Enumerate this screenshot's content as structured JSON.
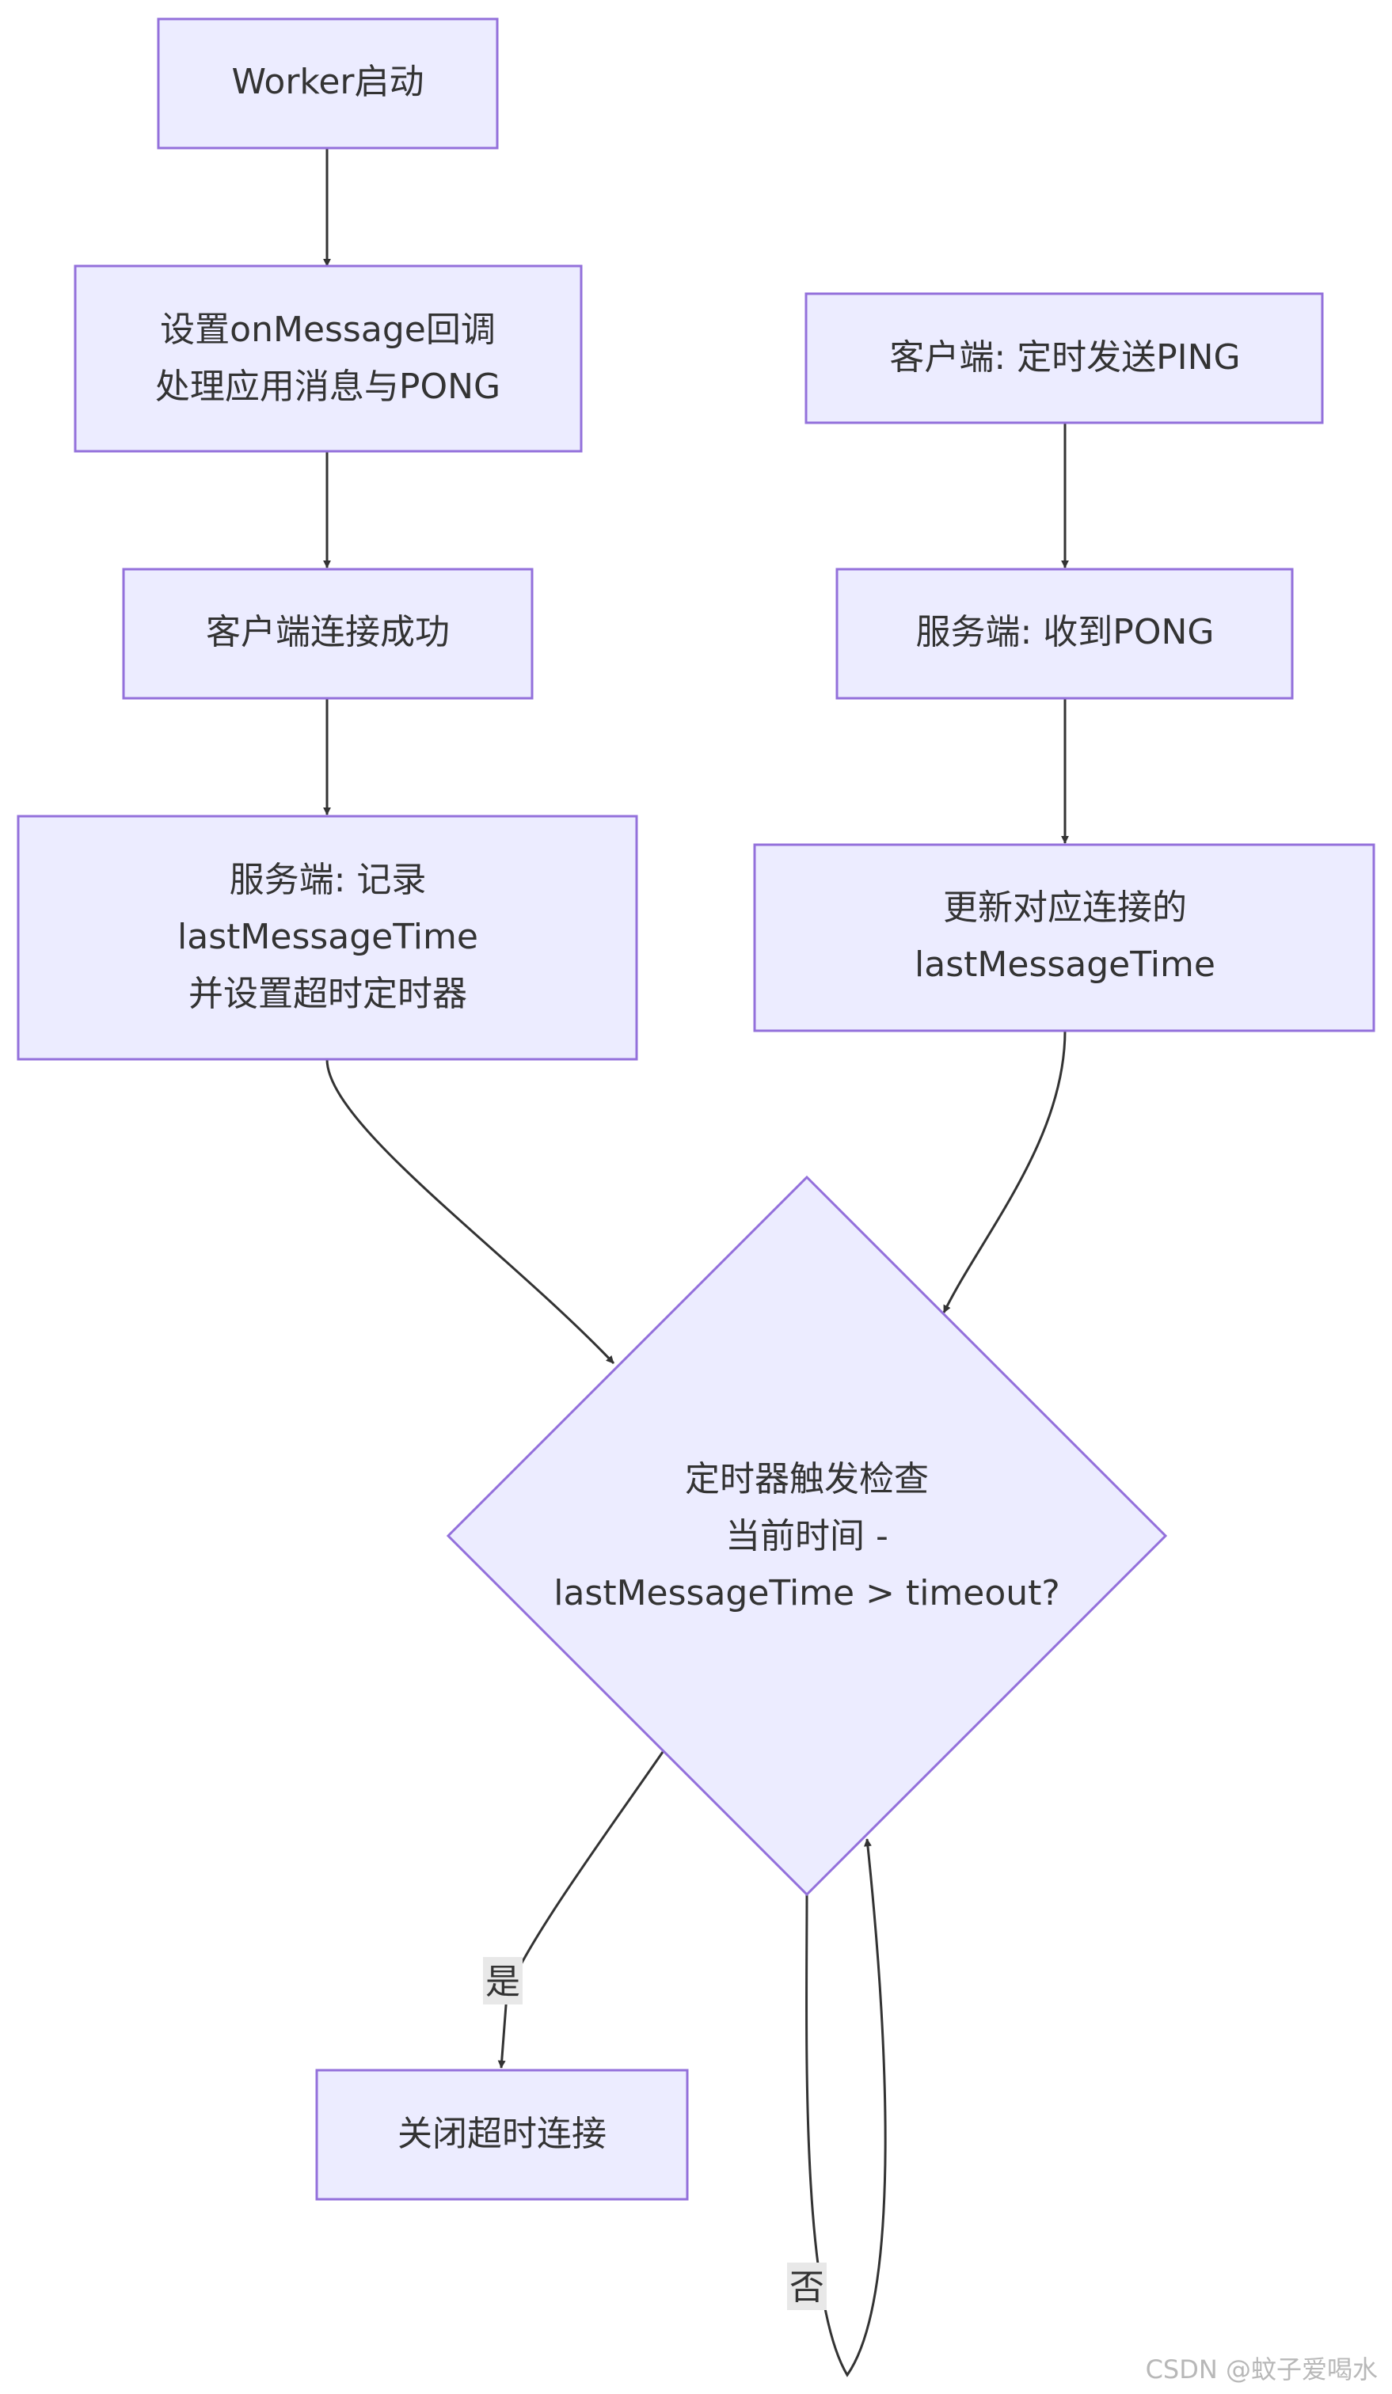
{
  "nodes": {
    "worker_start": {
      "lines": [
        "Worker启动"
      ]
    },
    "set_onmessage": {
      "lines": [
        "设置onMessage回调",
        "处理应用消息与PONG"
      ]
    },
    "client_connected": {
      "lines": [
        "客户端连接成功"
      ]
    },
    "server_record": {
      "lines": [
        "服务端: 记录",
        "lastMessageTime",
        "并设置超时定时器"
      ]
    },
    "client_ping": {
      "lines": [
        "客户端: 定时发送PING"
      ]
    },
    "server_pong": {
      "lines": [
        "服务端: 收到PONG"
      ]
    },
    "update_time": {
      "lines": [
        "更新对应连接的",
        "lastMessageTime"
      ]
    },
    "timer_check": {
      "lines": [
        "定时器触发检查",
        "当前时间 -",
        "lastMessageTime > timeout?"
      ]
    },
    "close_connection": {
      "lines": [
        "关闭超时连接"
      ]
    }
  },
  "edge_labels": {
    "yes": "是",
    "no": "否"
  },
  "watermark": "CSDN @蚊子爱喝水",
  "colors": {
    "node_fill": "#ECECFF",
    "node_stroke": "#9370DB",
    "edge": "#333333",
    "text": "#333333"
  }
}
